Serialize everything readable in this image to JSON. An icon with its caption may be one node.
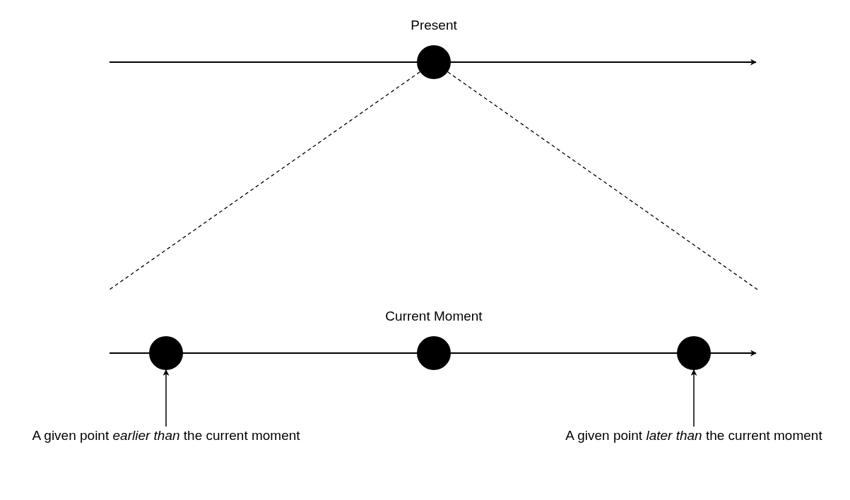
{
  "diagram": {
    "nodes": [
      {
        "text": [],
        "shape": "circle",
        "beside": [
          "Present"
        ]
      },
      {
        "text": [],
        "shape": "circle"
      },
      {
        "text": [],
        "shape": "circle",
        "beside": [
          "Current Moment"
        ]
      },
      {
        "text": [],
        "shape": "circle"
      },
      {
        "text": [
          "A given point *earlier than* the current moment"
        ]
      },
      {
        "text": [
          "A given point *later than* the current moment"
        ]
      }
    ],
    "edges": [
      {
        "from": 0,
        "to": null,
        "arrow": "none",
        "style": "dashed"
      },
      {
        "from": 0,
        "to": null,
        "arrow": "none",
        "style": "dashed"
      },
      {
        "from": 4,
        "to": 1,
        "arrow": "to"
      },
      {
        "from": 5,
        "to": 3,
        "arrow": "to"
      }
    ]
  }
}
